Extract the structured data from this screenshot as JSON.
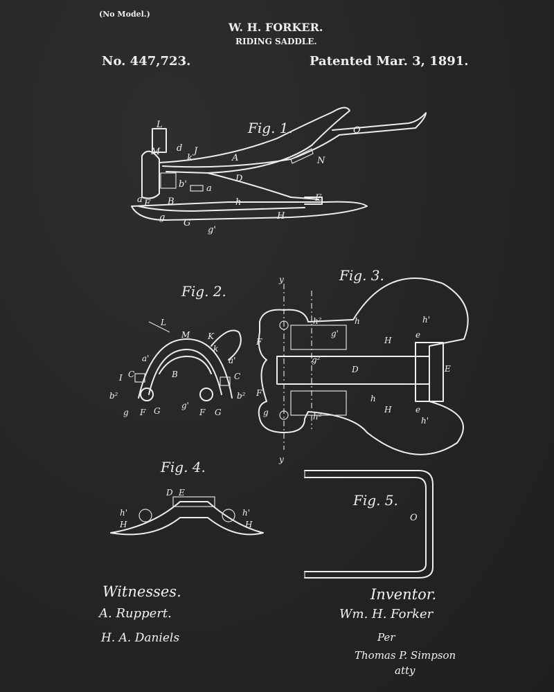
{
  "header": {
    "no_model": "(No Model.)",
    "inventor_name": "W. H. FORKER.",
    "title": "RIDING SADDLE.",
    "patent_number": "No. 447,723.",
    "patent_date": "Patented Mar. 3, 1891."
  },
  "figures": {
    "fig1": {
      "label": "Fig. 1.",
      "letters": [
        "L",
        "M",
        "d",
        "J",
        "A",
        "O",
        "N",
        "D",
        "a",
        "b'",
        "B",
        "E",
        "h",
        "H",
        "g",
        "G",
        "g'",
        "F",
        "a",
        "k"
      ]
    },
    "fig2": {
      "label": "Fig. 2.",
      "letters": [
        "L",
        "M",
        "K",
        "k",
        "a'",
        "a'",
        "C",
        "C",
        "I",
        "b²",
        "b²",
        "B",
        "g",
        "F",
        "G",
        "g'",
        "F",
        "G"
      ]
    },
    "fig3": {
      "label": "Fig. 3.",
      "letters": [
        "y",
        "y",
        "h²",
        "h",
        "g'",
        "H",
        "h'",
        "e",
        "E",
        "D",
        "g²",
        "F",
        "F",
        "g",
        "h²",
        "h",
        "H",
        "e",
        "h'"
      ]
    },
    "fig4": {
      "label": "Fig. 4.",
      "letters": [
        "D",
        "E",
        "h'",
        "H",
        "h'",
        "H"
      ]
    },
    "fig5": {
      "label": "Fig. 5.",
      "letters": [
        "O"
      ]
    }
  },
  "witnesses": {
    "label": "Witnesses.",
    "signatures": [
      "A. Ruppert.",
      "H. A. Daniels"
    ]
  },
  "inventor": {
    "label": "Inventor.",
    "signature": "Wm. H. Forker",
    "per": "Per",
    "attorney": "Thomas P. Simpson",
    "atty": "atty"
  }
}
